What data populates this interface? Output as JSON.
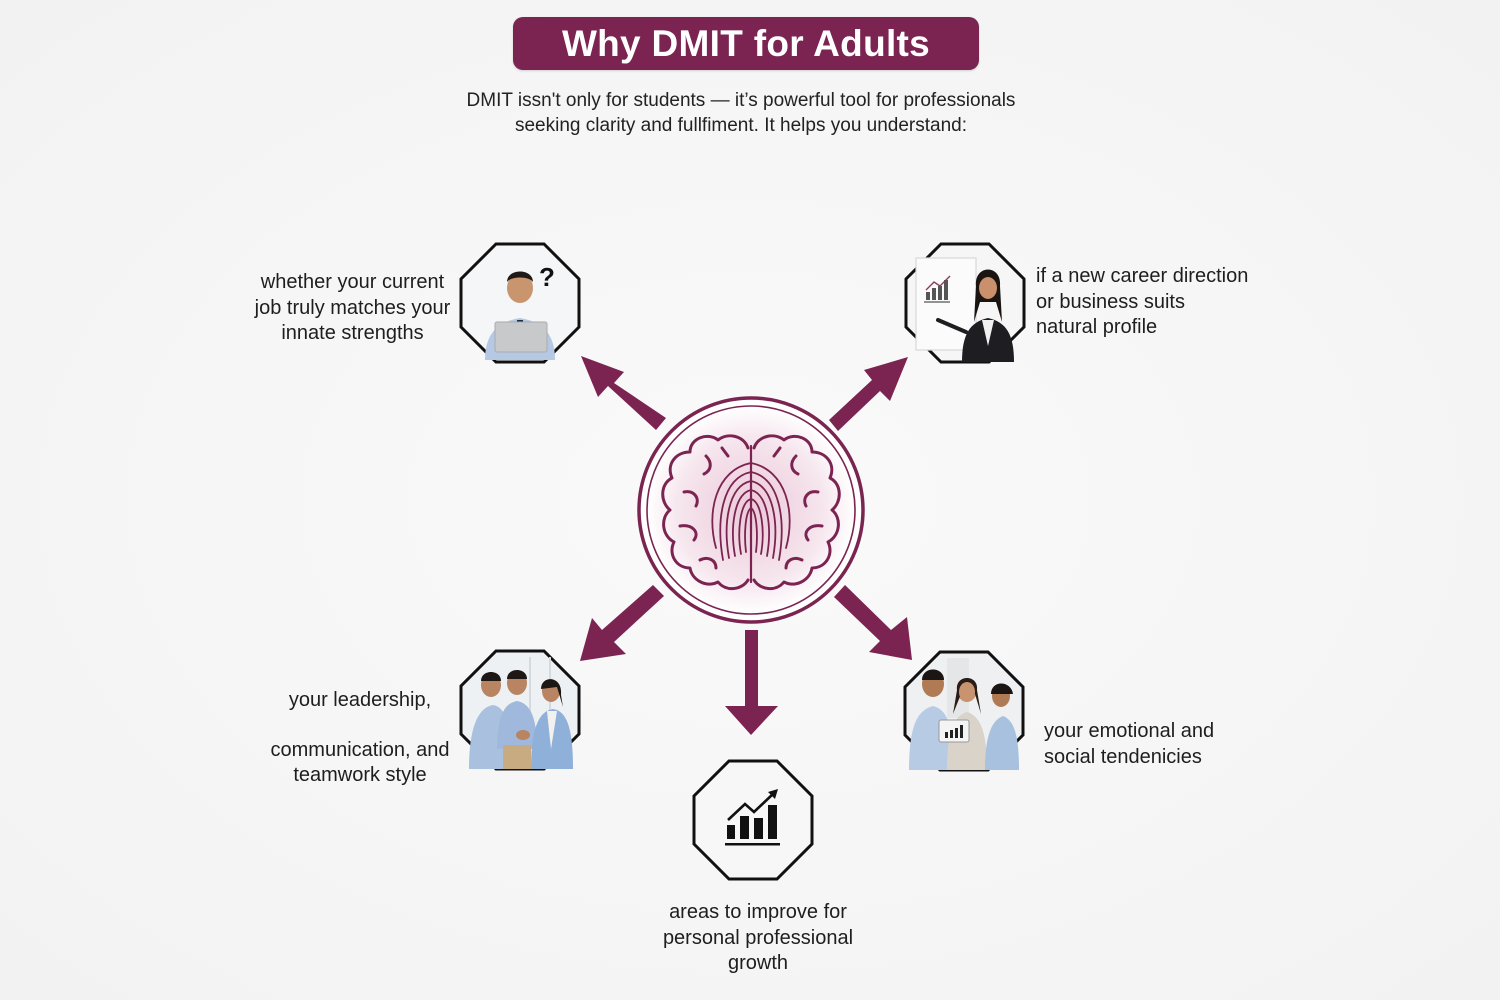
{
  "header": {
    "title": "Why DMIT for Adults",
    "subtitle_lines": [
      "DMIT issn't only for students — it’s powerful tool for professionals",
      "seeking clarity and fullfiment. It helps you understand:"
    ]
  },
  "colors": {
    "accent": "#7b2451",
    "brain_fill": "#f3dbe6",
    "outline": "#111111",
    "background": "#f5f5f5"
  },
  "center": {
    "icon": "brain-fingerprint-icon"
  },
  "nodes": [
    {
      "id": "top-left",
      "image": "man-with-laptop-question-mark-photo",
      "badge_glyph": "?",
      "caption_lines": [
        "whether your current",
        "job truly matches your",
        "innate strengths"
      ]
    },
    {
      "id": "top-right",
      "image": "woman-presenting-chart-photo",
      "caption_lines": [
        "if a new career direction",
        "or business suits",
        "natural profile"
      ]
    },
    {
      "id": "bottom-left",
      "image": "team-handshake-photo",
      "caption_lines": [
        "your leadership,",
        "",
        "communication, and",
        "teamwork style"
      ]
    },
    {
      "id": "bottom",
      "image": "growth-chart-icon",
      "caption_lines": [
        "areas to improve for",
        "personal professional",
        "growth"
      ]
    },
    {
      "id": "bottom-right",
      "image": "colleagues-with-tablet-photo",
      "caption_lines": [
        "your emotional and",
        "social tendenicies"
      ]
    }
  ]
}
